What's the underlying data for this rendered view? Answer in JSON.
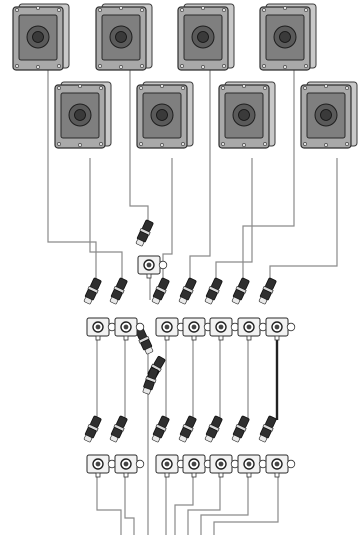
{
  "diagram": {
    "enclosures": [
      {
        "row": "top",
        "index": 1
      },
      {
        "row": "top",
        "index": 2
      },
      {
        "row": "top",
        "index": 3
      },
      {
        "row": "top",
        "index": 4
      },
      {
        "row": "bottom",
        "index": 1
      },
      {
        "row": "bottom",
        "index": 2
      },
      {
        "row": "bottom",
        "index": 3
      },
      {
        "row": "bottom",
        "index": 4
      }
    ],
    "connector_rows": 2,
    "connectors_per_row": 7,
    "colors": {
      "wire": "#8a8a8a",
      "wire_dark": "#222222",
      "enclosure": "#a9a9a9",
      "plug": "#2f2f2f"
    }
  }
}
